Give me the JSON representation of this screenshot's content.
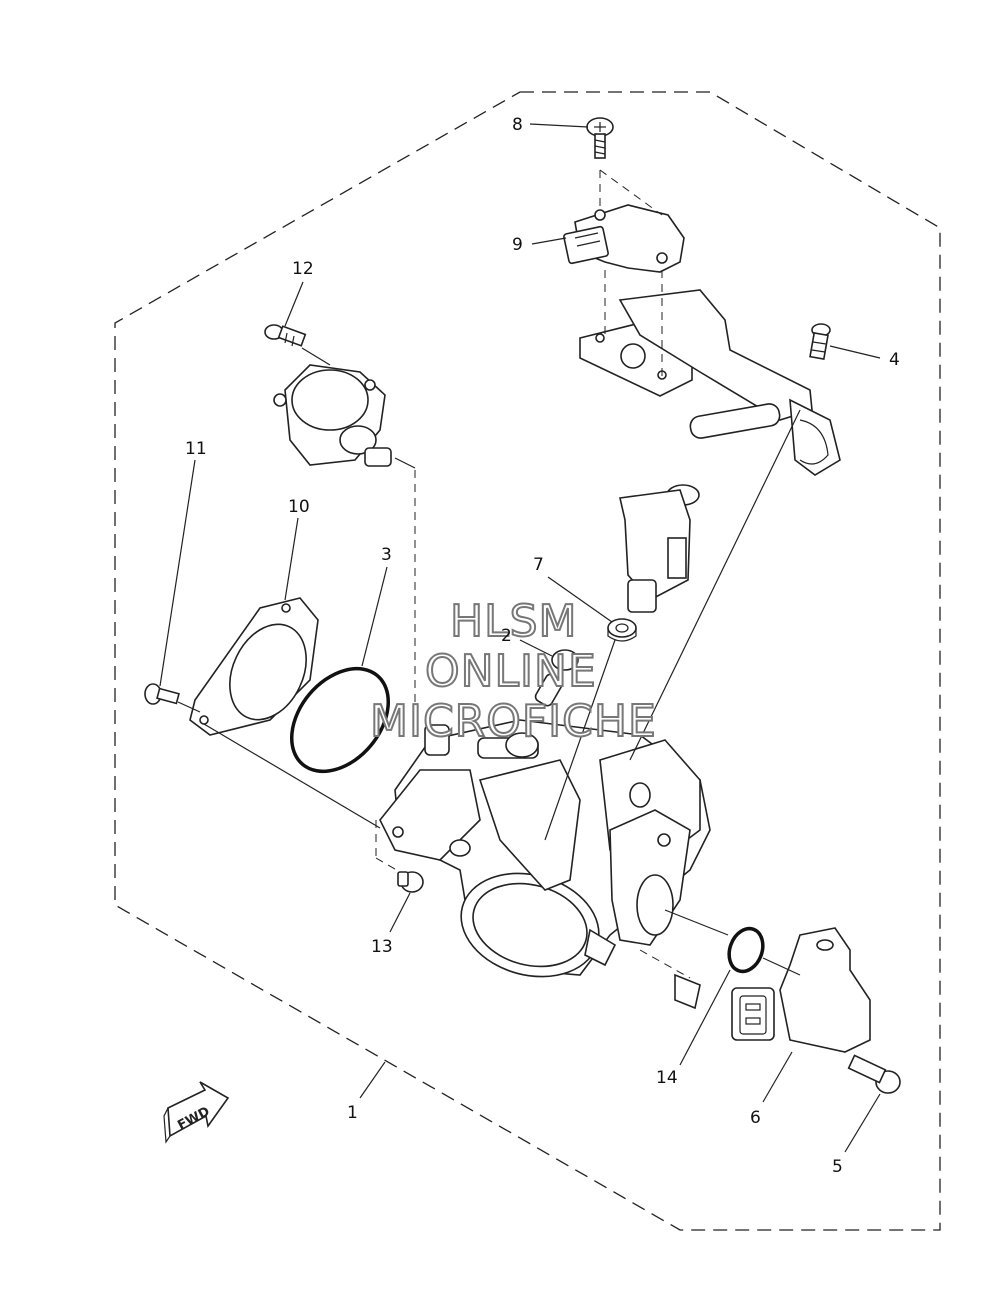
{
  "callouts": {
    "c1": "1",
    "c2": "2",
    "c3": "3",
    "c4": "4",
    "c5": "5",
    "c6": "6",
    "c7": "7",
    "c8": "8",
    "c9": "9",
    "c10": "10",
    "c11": "11",
    "c12": "12",
    "c13": "13",
    "c14": "14"
  },
  "watermark": {
    "line1": "HLSM",
    "line2": "ONLINE",
    "line3": "MICROFICHE"
  },
  "fwd_label": "FWD"
}
